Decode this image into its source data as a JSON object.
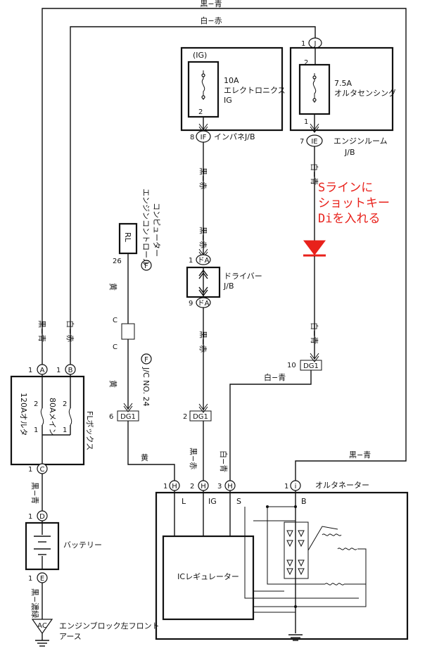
{
  "wires": {
    "top_black_blue": "黒−青",
    "top_white_red": "白−赤",
    "ig_out": "黒−赤",
    "ig_mid": "黒−赤",
    "drv_out": "黒−赤",
    "drv_bottom": "黒−赤",
    "sense_out": "白−青",
    "sense_lower": "白−青",
    "sense_horiz": "白−青",
    "s_vertical": "白−青",
    "alt_b": "黒−青",
    "fl_left": "黒−青",
    "fl_right": "白−赤",
    "battery_top": "黒−青",
    "battery_bottom": "黒−濃緑",
    "yellow_top": "黄",
    "yellow_mid": "黄",
    "yellow_bottom": "黄"
  },
  "fuse_ig": {
    "tag": "(IG)",
    "amp": "10A",
    "name": "エレクトロニクス",
    "sub": "IG",
    "pin": "2"
  },
  "fuse_alt": {
    "amp": "7.5A",
    "name": "オルタセンシング",
    "pin_top": "2",
    "pin_bot": "1"
  },
  "connectors": {
    "j": "J",
    "j_pin": "1",
    "if": "IF",
    "if_pin": "8",
    "if_label": "インパネJ/B",
    "ie": "IE",
    "ie_pin": "7",
    "ie_label1": "エンジンルーム",
    "ie_label2": "J/B",
    "da": "ドA",
    "da_top_pin": "1",
    "da_bot_pin": "9",
    "da_label1": "ドライバー",
    "da_label2": "J/B",
    "dg1": "DG1",
    "dg1_10": "10",
    "dg1_2": "2",
    "dg1_6": "6",
    "a": "A",
    "a_pin": "1",
    "b": "B",
    "b_pin": "1",
    "c": "C",
    "c_pin": "1",
    "d": "D",
    "d_pin": "1",
    "e": "E",
    "e_pin": "1",
    "f": "F",
    "f_rl_pin": "26",
    "rl": "RL",
    "ecu_label1": "エンジンコントロール",
    "ecu_label2": "コンピューター",
    "jc_c1": "C",
    "jc_c2": "C",
    "jc_label": "J/C NO. 24",
    "h": "H",
    "h1_pin": "1",
    "h2_pin": "2",
    "h3_pin": "3",
    "i": "i",
    "i_pin": "1",
    "ac": "AC"
  },
  "note": {
    "line1": "Sラインに",
    "line2": "ショットキー",
    "line3": "Diを入れる",
    "color": "#e8211b"
  },
  "fl_box": {
    "f120": "120Aオルタ",
    "f80": "80Aメイン",
    "label": "FLボックス",
    "p2a": "2",
    "p1a": "1",
    "p2b": "2",
    "p1b": "1"
  },
  "battery": {
    "label": "バッテリー"
  },
  "ground": {
    "label1": "エンジンブロック左フロント",
    "label2": "アース"
  },
  "alternator": {
    "label": "オルタネーター",
    "t_l": "L",
    "t_ig": "IG",
    "t_s": "S",
    "t_b": "B",
    "regulator": "ICレギュレーター"
  }
}
